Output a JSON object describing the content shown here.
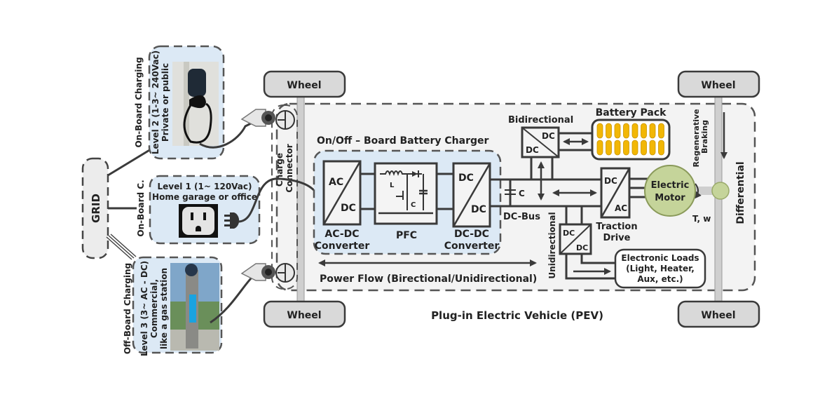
{
  "grid": {
    "label": "GRID"
  },
  "level2": {
    "group_label": "On-Board Charging",
    "line1": "Level 2 (1-3~ 240Vac)",
    "line2": "Private or public"
  },
  "level1": {
    "group_label": "On-Board C.",
    "line1": "Level 1 (1~ 120Vac)",
    "line2": "Home garage or office"
  },
  "level3": {
    "group_label": "Off-Board Charging",
    "line1": "Level 3 (3~ AC - DC)",
    "line2": "Commercial,",
    "line3": "like a gas station"
  },
  "vehicle": {
    "charge_connector": [
      "Charge",
      "Connector"
    ],
    "wheels": [
      "Wheel",
      "Wheel",
      "Wheel",
      "Wheel"
    ],
    "charger_title": "On/Off – Board Battery Charger",
    "acdc": {
      "top": "AC",
      "bottom": "DC",
      "caption1": "AC-DC",
      "caption2": "Converter"
    },
    "pfc": {
      "caption": "PFC",
      "inductor": "L",
      "capacitor": "C"
    },
    "dcdc": {
      "top": "DC",
      "bottom": "DC",
      "caption1": "DC-DC",
      "caption2": "Converter"
    },
    "dcbus": {
      "label": "DC-Bus",
      "cap": "C"
    },
    "bidirectional": {
      "label": "Bidirectional",
      "top": "DC",
      "bottom": "DC"
    },
    "battery": {
      "label": "Battery Pack",
      "cells": 16
    },
    "traction": {
      "top": "DC",
      "bottom": "AC",
      "caption1": "Traction",
      "caption2": "Drive"
    },
    "motor": {
      "line1": "Electric",
      "line2": "Motor",
      "torque": "T, w"
    },
    "regen": [
      "Regenerative",
      "Braking"
    ],
    "differential": "Differential",
    "unidirectional": {
      "label": "Unidirectional",
      "top": "DC",
      "bottom": "DC"
    },
    "loads": [
      "Electronic Loads",
      "(Light, Heater,",
      "Aux, etc.)"
    ],
    "power_flow": "Power Flow (Birectional/Unidirectional)",
    "title": "Plug-in Electric Vehicle (PEV)"
  },
  "colors": {
    "panel_blue": "#dce9f5",
    "battery_cell": "#f2b705",
    "motor_green": "#c5d49a",
    "wheel_gray": "#d9d9d9",
    "vehicle_bg": "#f3f3f3"
  }
}
